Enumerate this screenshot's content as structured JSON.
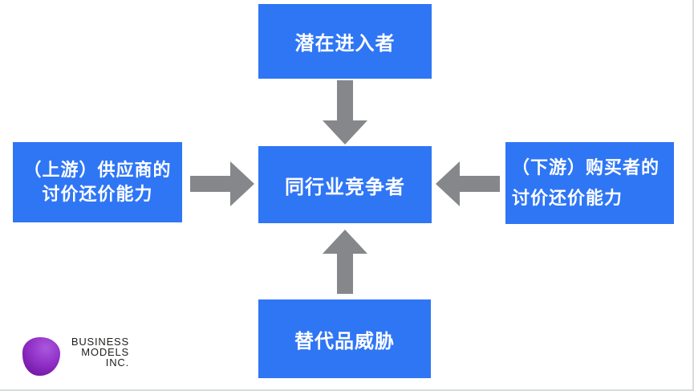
{
  "diagram": {
    "boxes": {
      "top": {
        "label": "潜在进入者"
      },
      "left": {
        "line1": "（上游）供应商的",
        "line2": "讨价还价能力"
      },
      "center": {
        "label": "同行业竞争者"
      },
      "right": {
        "line1": "（下游）购买者的",
        "line2": "讨价还价能力"
      },
      "bottom": {
        "label": "替代品威胁"
      }
    },
    "arrows": [
      {
        "icon": "arrow-down-icon",
        "direction": "down",
        "from": "top",
        "to": "center"
      },
      {
        "icon": "arrow-right-icon",
        "direction": "right",
        "from": "left",
        "to": "center"
      },
      {
        "icon": "arrow-left-icon",
        "direction": "left",
        "from": "right",
        "to": "center"
      },
      {
        "icon": "arrow-up-icon",
        "direction": "up",
        "from": "bottom",
        "to": "center"
      }
    ],
    "colors": {
      "box_fill": "#2f76f5",
      "box_text": "#ffffff",
      "arrow": "#85878a",
      "background": "#ffffff",
      "edge_line": "#d9dbdc"
    }
  },
  "logo": {
    "line1": "BUSINESS",
    "line2": "MODELS",
    "line3": "INC.",
    "text_color": "#1d1d1b",
    "gem_color": "#8b2fbe"
  }
}
